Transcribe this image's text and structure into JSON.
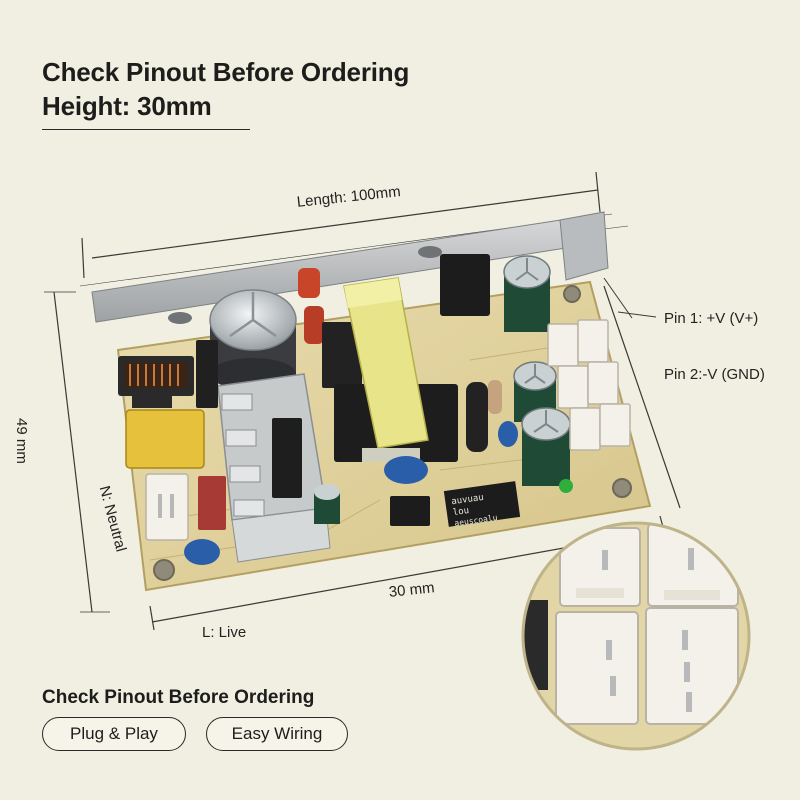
{
  "header": {
    "title_line1": "Check Pinout Before Ordering",
    "title_line2": "Height: 30mm"
  },
  "dimensions": {
    "length": "Length: 100mm",
    "width": "30 mm",
    "height": "49 mm"
  },
  "terminals": {
    "neutral": "N: Neutral",
    "live": "L: Live",
    "pin1": "Pin 1: +V (V+)",
    "pin2": "Pin 2:-V (GND)"
  },
  "board_marking": [
    "auvuau",
    "lou",
    "aeuscoalu"
  ],
  "footer": {
    "title": "Check Pinout Before Ordering",
    "tags": [
      "Plug & Play",
      "Easy Wiring"
    ]
  },
  "colors": {
    "background": "#f1efe1",
    "pcb": "#e2d29c",
    "capacitor": "#1f4b36",
    "connector": "#f4f1ea",
    "heatsink": "#cfd2d3"
  }
}
